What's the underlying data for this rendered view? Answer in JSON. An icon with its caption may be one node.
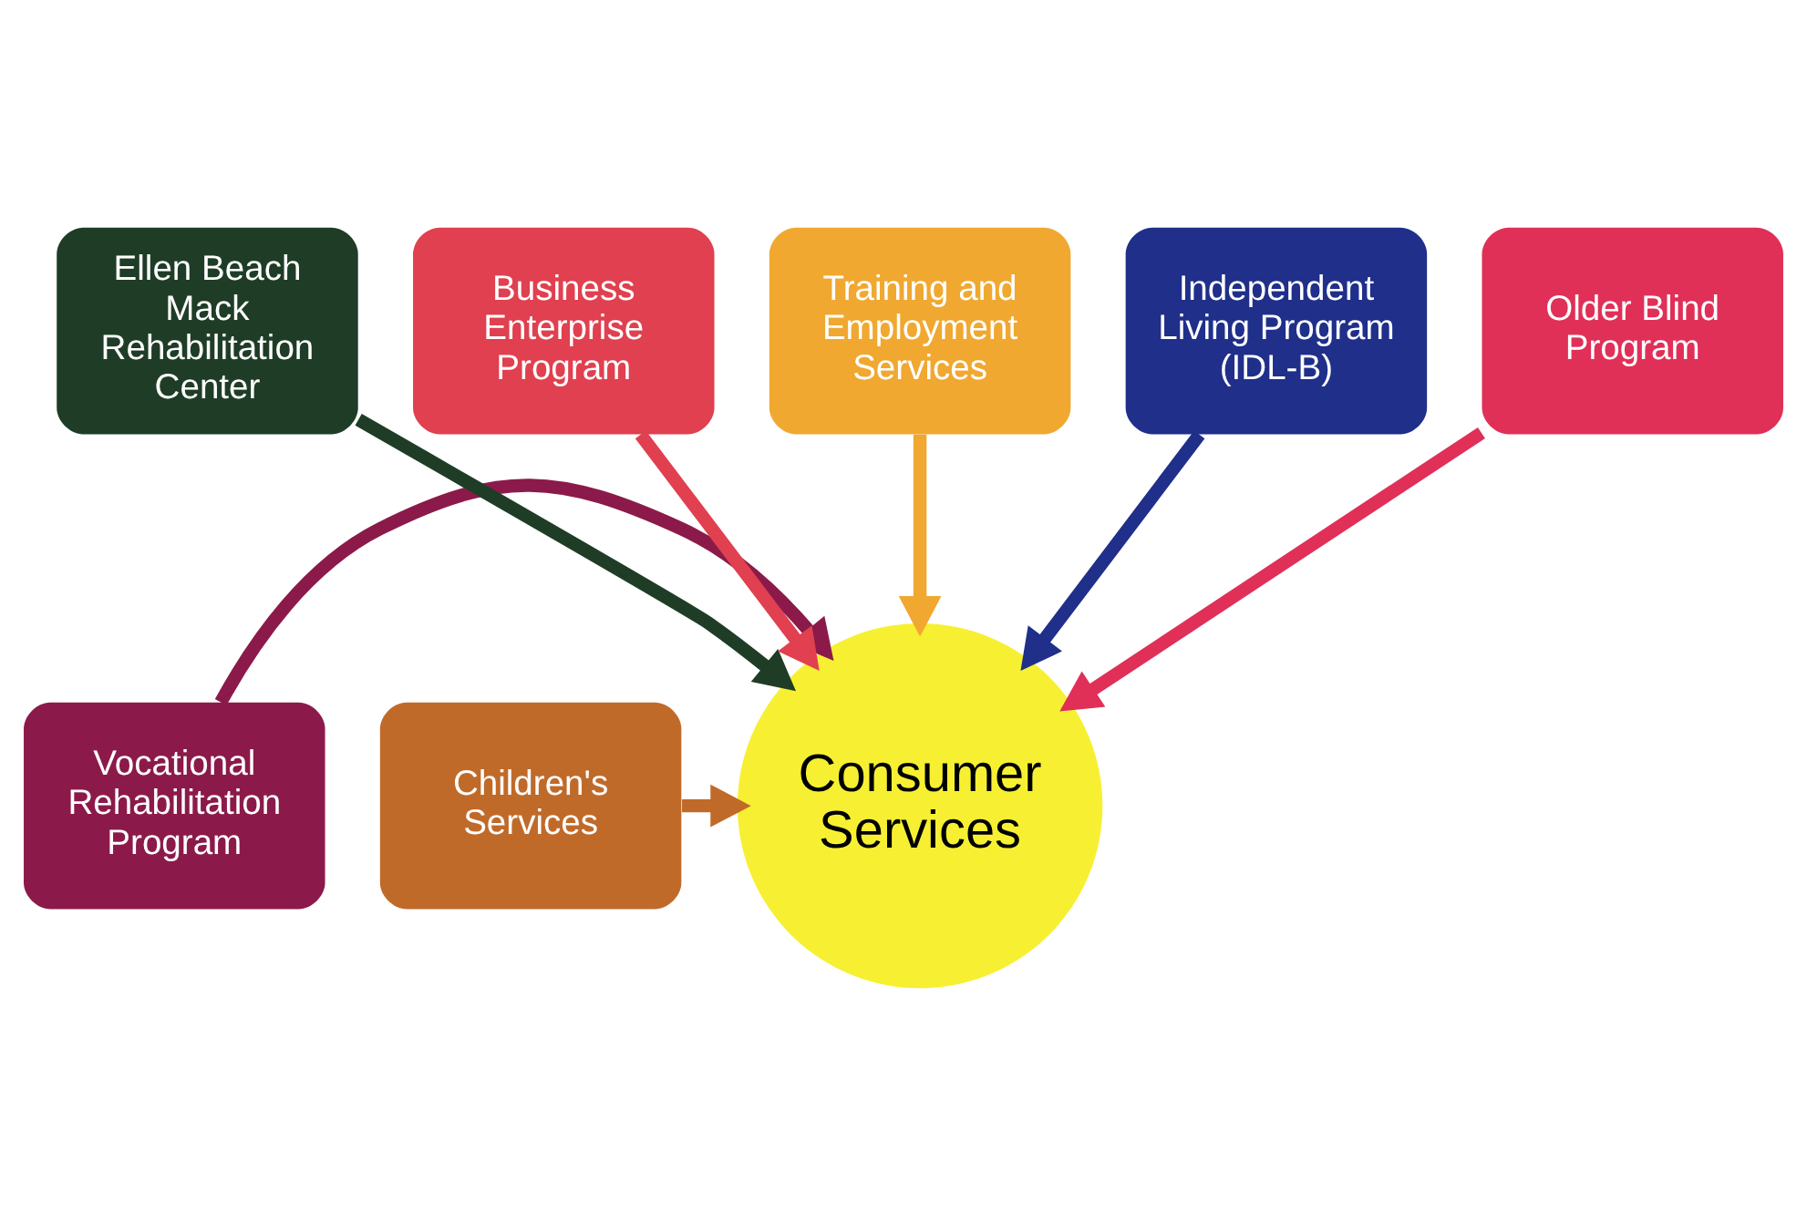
{
  "diagram": {
    "nodes": [
      {
        "text": [
          "Consumer Services"
        ]
      },
      {
        "text": [
          "Vocational Rehabilitation Program"
        ]
      },
      {
        "text": [
          "Ellen Beach Mack Rehabilitation Center"
        ]
      },
      {
        "text": [
          "Business Enterprise Program"
        ]
      },
      {
        "text": [
          "Training and Employment Services"
        ]
      },
      {
        "text": [
          "Independent Living Program (IDL-B)"
        ]
      },
      {
        "text": [
          "Older Blind Program"
        ]
      },
      {
        "text": [
          "Children's Services"
        ]
      }
    ],
    "edges": [
      {
        "from": 1,
        "to": 0,
        "arrow": "to",
        "color": "#8b1a4a"
      },
      {
        "from": 2,
        "to": 0,
        "arrow": "to",
        "color": "#1f3d26"
      },
      {
        "from": 3,
        "to": 0,
        "arrow": "to",
        "color": "#e0404f"
      },
      {
        "from": 4,
        "to": 0,
        "arrow": "to",
        "color": "#f0a830"
      },
      {
        "from": 5,
        "to": 0,
        "arrow": "to",
        "color": "#1f2f8a"
      },
      {
        "from": 6,
        "to": 0,
        "arrow": "to",
        "color": "#e03058"
      },
      {
        "from": 7,
        "to": 0,
        "arrow": "to",
        "color": "#c06a2a"
      }
    ]
  }
}
